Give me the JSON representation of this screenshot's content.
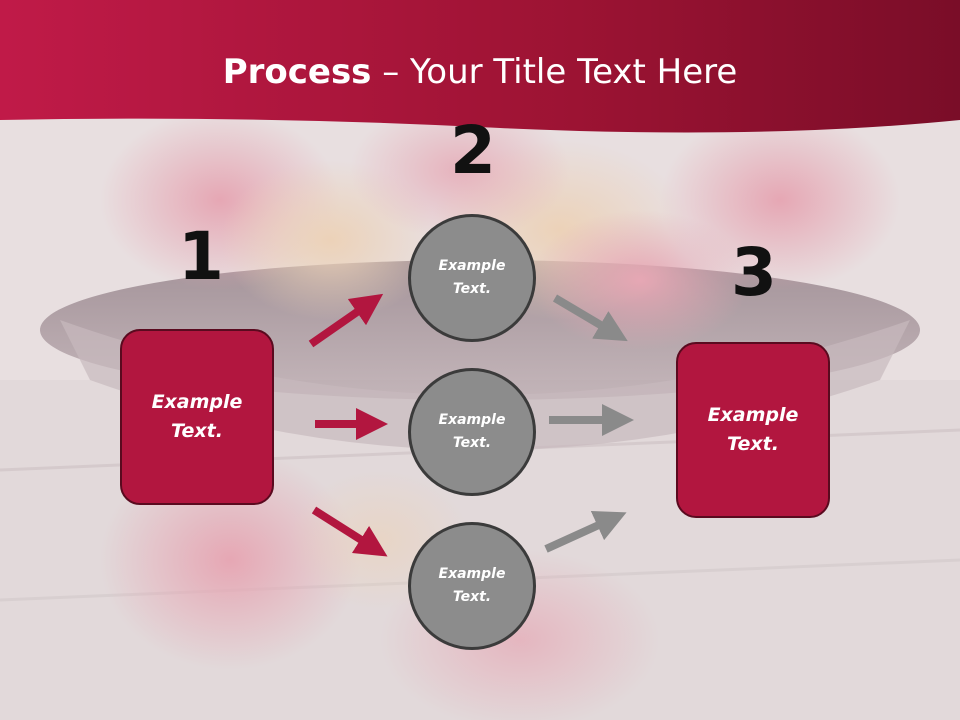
{
  "title": {
    "bold": "Process",
    "rest": " – Your Title Text Here"
  },
  "steps": [
    "1",
    "2",
    "3"
  ],
  "left_box": {
    "text": "Example\nText."
  },
  "right_box": {
    "text": "Example\nText."
  },
  "circles": [
    {
      "text": "Example\nText."
    },
    {
      "text": "Example\nText."
    },
    {
      "text": "Example\nText."
    }
  ],
  "colors": {
    "banner": "#9e1535",
    "box": "#b2163f",
    "circle": "#8c8c8c",
    "arrow_red": "#b2163f",
    "arrow_gray": "#8a8a8a"
  }
}
